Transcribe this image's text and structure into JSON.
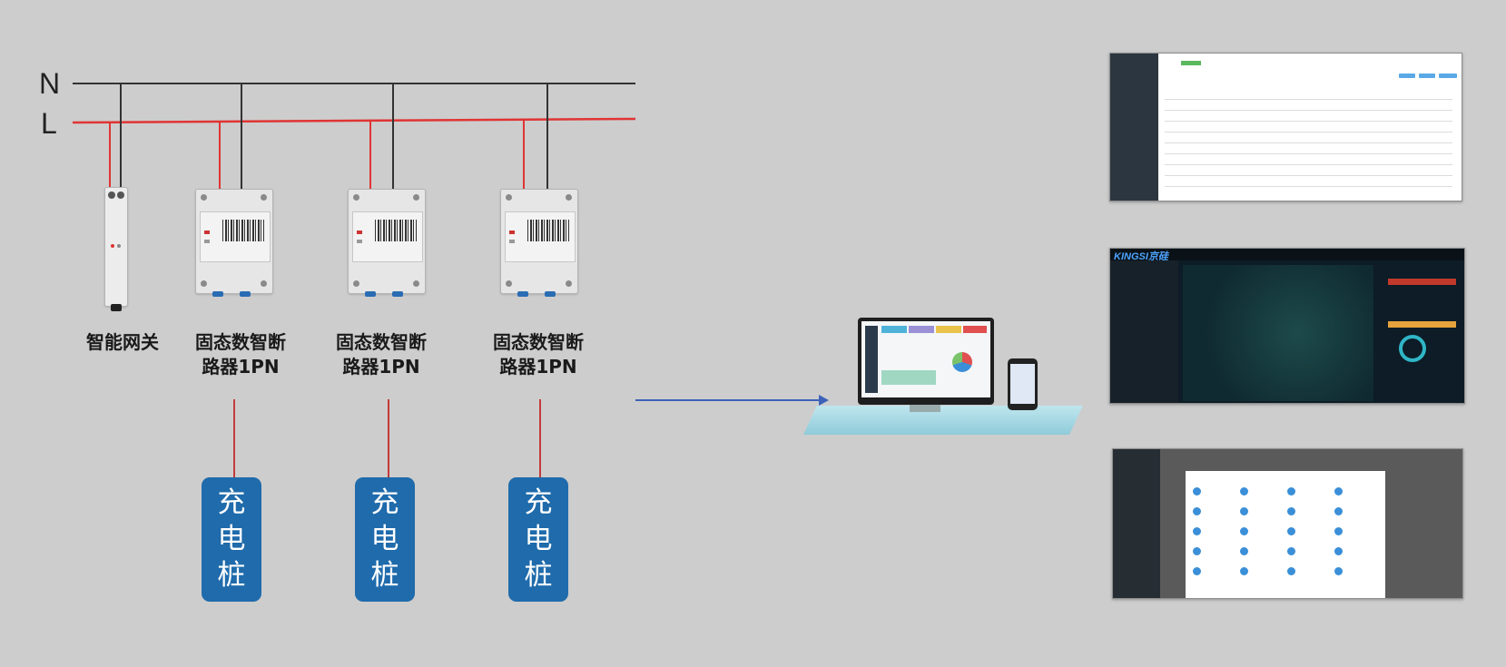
{
  "bus": {
    "neutral_label": "N",
    "live_label": "L"
  },
  "devices": {
    "gateway_label": "智能网关",
    "breaker_label_line1": "固态数智断",
    "breaker_label_line2": "路器1PN"
  },
  "charging_pile": {
    "line1": "充",
    "line2": "电",
    "line3": "桩"
  },
  "screen_map": {
    "brand_logo": "KINGSI京硅"
  },
  "colors": {
    "live_wire": "#e03434",
    "neutral_wire": "#333333",
    "charging_pile_fill": "#1f6bab",
    "arrow": "#3e62b8",
    "background": "#cdcdcd"
  },
  "icons": [
    "gateway-icon",
    "breaker-icon",
    "computer-icon",
    "phone-icon",
    "arrow-right-icon"
  ]
}
